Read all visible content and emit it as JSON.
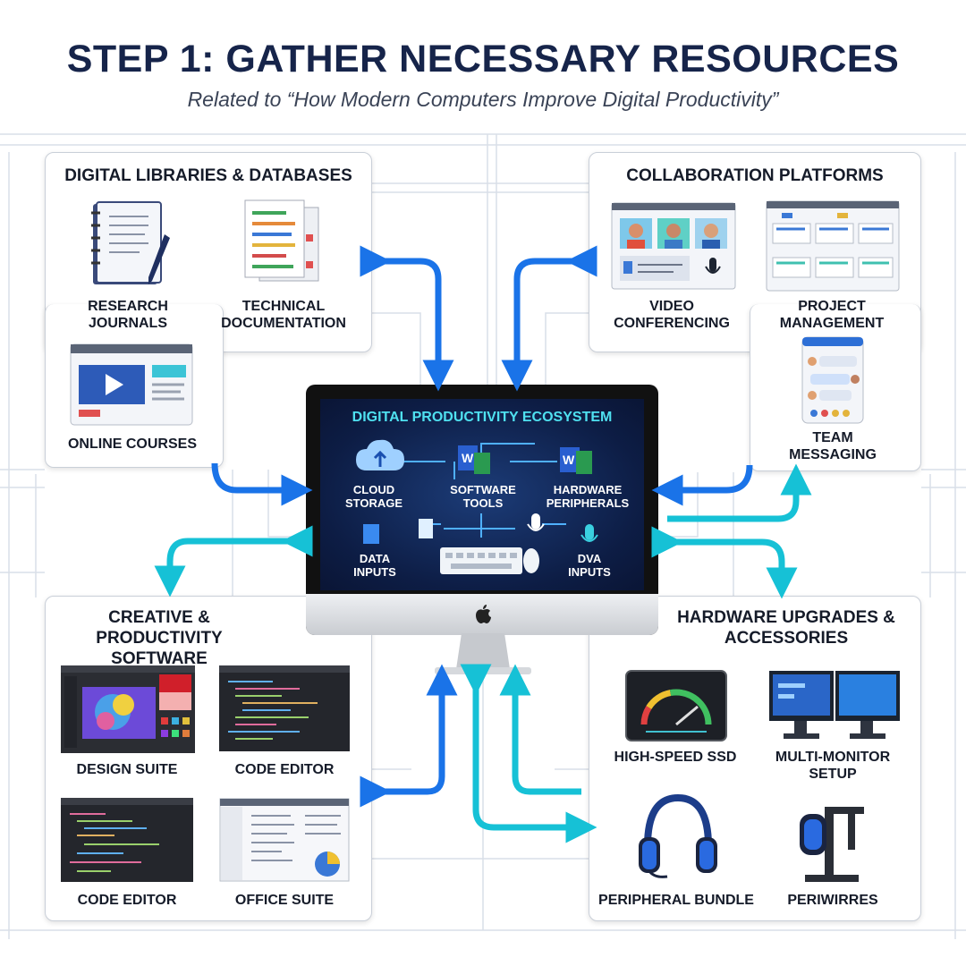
{
  "header": {
    "title": "STEP 1: GATHER NECESSARY RESOURCES",
    "subtitle": "Related to “How Modern Computers Improve Digital Productivity”"
  },
  "panels": {
    "libraries": {
      "title": "DIGITAL LIBRARIES & DATABASES",
      "items": [
        "RESEARCH JOURNALS",
        "TECHNICAL DOCUMENTATION",
        "ONLINE COURSES"
      ]
    },
    "collaboration": {
      "title": "COLLABORATION PLATFORMS",
      "items": [
        "VIDEO CONFERENCING",
        "PROJECT MANAGEMENT",
        "TEAM MESSAGING"
      ]
    },
    "creative": {
      "title": "CREATIVE & PRODUCTIVITY SOFTWARE",
      "items": [
        "DESIGN SUITE",
        "CODE EDITOR",
        "CODE EDITOR",
        "OFFICE SUITE"
      ]
    },
    "hardware": {
      "title": "HARDWARE UPGRADES & ACCESSORIES",
      "items": [
        "HIGH-SPEED SSD",
        "MULTI-MONITOR SETUP",
        "PERIPHERAL BUNDLE",
        "PERIWIRRES"
      ]
    }
  },
  "ecosystem": {
    "title": "DIGITAL PRODUCTIVITY ECOSYSTEM",
    "nodes": [
      "CLOUD STORAGE",
      "SOFTWARE TOOLS",
      "HARDWARE PERIPHERALS",
      "DATA INPUTS",
      "DVA INPUTS"
    ]
  },
  "icons": {
    "journal": "notebook-pen-icon",
    "docs": "document-stack-icon",
    "course": "video-player-icon",
    "video": "video-call-icon",
    "project": "kanban-board-icon",
    "chat": "chat-phone-icon",
    "cloud": "cloud-upload-icon",
    "ssd": "speed-gauge-icon",
    "monitors": "dual-monitor-icon",
    "headset": "headset-icon",
    "stand": "headphone-stand-icon",
    "apple": "apple-logo-icon"
  },
  "colors": {
    "title": "#16244a",
    "arrow_blue": "#1a73e8",
    "arrow_cyan": "#16c1d6",
    "screen_bg": "#0d1d45",
    "screen_title": "#4fe0f0"
  }
}
